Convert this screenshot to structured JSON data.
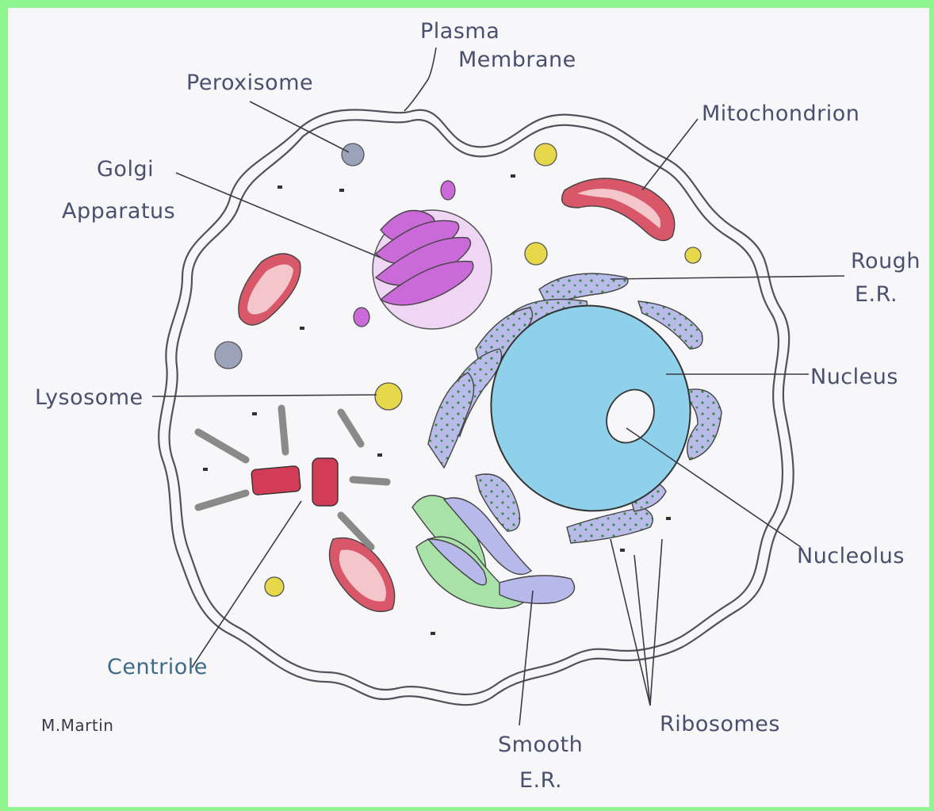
{
  "labels": {
    "plasma_membrane_line1": "Plasma",
    "plasma_membrane_line2": "Membrane",
    "peroxisome": "Peroxisome",
    "mitochondrion": "Mitochondrion",
    "golgi_line1": "Golgi",
    "golgi_line2": "Apparatus",
    "rough_er_line1": "Rough",
    "rough_er_line2": "E.R.",
    "nucleus": "Nucleus",
    "lysosome": "Lysosome",
    "nucleolus": "Nucleolus",
    "centriole": "Centriole",
    "ribosomes": "Ribosomes",
    "smooth_er_line1": "Smooth",
    "smooth_er_line2": "E.R.",
    "signature": "M.Martin"
  },
  "colors": {
    "border": "#8ff58f",
    "paper": "#f7f7f9",
    "nucleus": "#8fd0ea",
    "mitochondrion": "#d8586a",
    "golgi": "#d58ce0",
    "lysosome": "#e6d84a",
    "rough_er": "#b7b9ea",
    "smooth_er": "#a8e2a8",
    "centriole": "#d23c56",
    "peroxisome": "#9aa3b9"
  }
}
